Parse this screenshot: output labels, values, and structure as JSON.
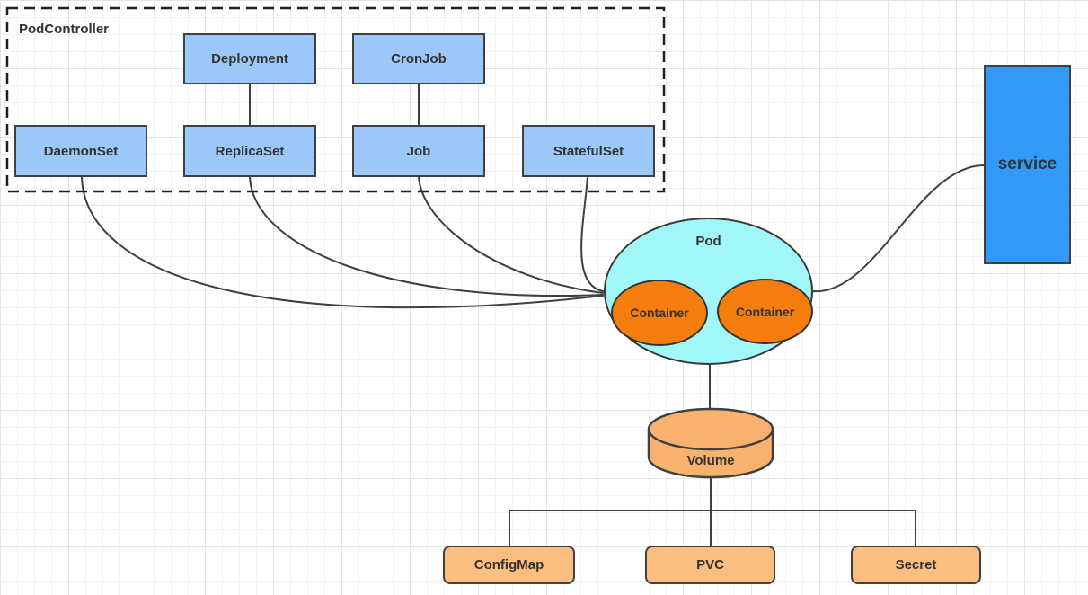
{
  "diagram": {
    "group": {
      "label": "PodController"
    },
    "nodes": {
      "deployment": {
        "label": "Deployment"
      },
      "cronjob": {
        "label": "CronJob"
      },
      "daemonset": {
        "label": "DaemonSet"
      },
      "replicaset": {
        "label": "ReplicaSet"
      },
      "job": {
        "label": "Job"
      },
      "statefulset": {
        "label": "StatefulSet"
      },
      "pod": {
        "label": "Pod"
      },
      "container_left": {
        "label": "Container"
      },
      "container_right": {
        "label": "Container"
      },
      "service": {
        "label": "service"
      },
      "volume": {
        "label": "Volume"
      },
      "configmap": {
        "label": "ConfigMap"
      },
      "pvc": {
        "label": "PVC"
      },
      "secret": {
        "label": "Secret"
      }
    },
    "colors": {
      "controller_box_fill": "#9cc8f7",
      "service_fill": "#3399f7",
      "pod_fill": "#a1f7f7",
      "container_fill": "#f57d0e",
      "volume_fill": "#f9b26d",
      "config_fill": "#fbbd80",
      "edge_line": "#3f3f3f",
      "dashed_border": "#1f1f1f",
      "text": "#333333"
    }
  }
}
